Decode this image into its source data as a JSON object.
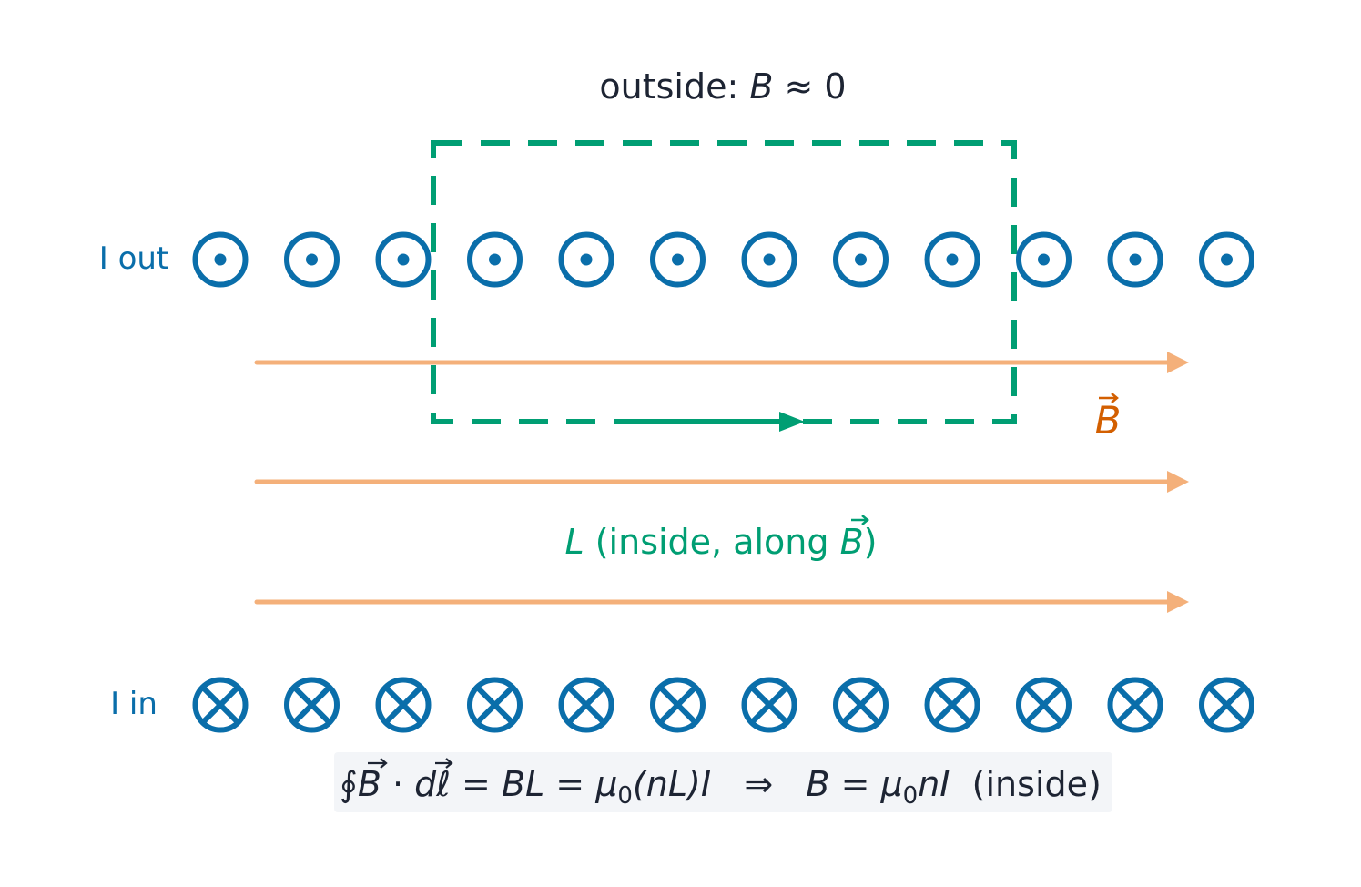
{
  "labels": {
    "outside_text": "outside: ",
    "outside_var": "B",
    "outside_rest": " ≈ 0",
    "wire_out": "I out",
    "wire_in": "I in",
    "b_field": "B",
    "loop_var": "L",
    "loop_text_a": " (inside, along ",
    "loop_var_b": "B",
    "loop_text_b": ")"
  },
  "equation": {
    "oint": "∮",
    "lhs_b": "B",
    "dot": " · ",
    "dl": "dℓ",
    "eq1": " = ",
    "bl": "BL",
    "eq2": " = ",
    "mu0": "μ",
    "sub0": "0",
    "nl": "(nL)I",
    "implies": "   ⇒   ",
    "b2": "B",
    "eq3": " = ",
    "mu0b": "μ",
    "sub0b": "0",
    "ni": "nI",
    "inside": "  (inside)"
  },
  "wires": {
    "out_count": 12,
    "in_count": 12
  },
  "field_lines": 3,
  "colors": {
    "wire": "#0a6eaa",
    "loop": "#009e73",
    "field": "#f4b07a",
    "b_label": "#d35f00",
    "text": "#1d2433",
    "eq_bg": "#f3f5f8"
  }
}
